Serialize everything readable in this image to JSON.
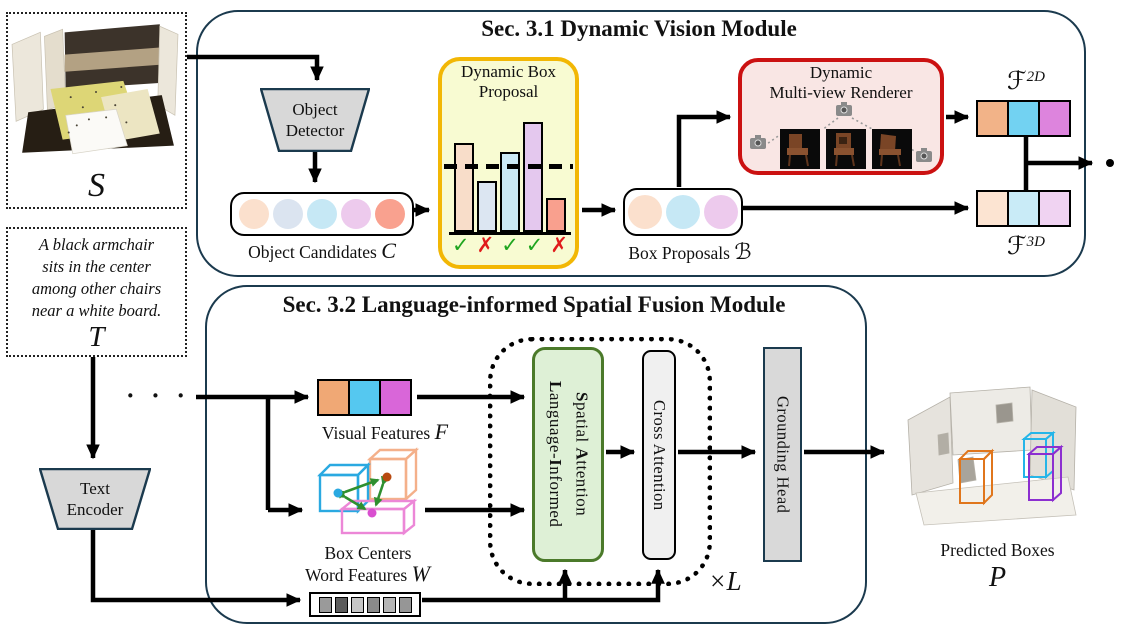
{
  "palette": {
    "module_border": "#1b3a4e",
    "proposal_border": "#f2b705",
    "proposal_fill": "#f8fbd2",
    "renderer_border": "#cb1111",
    "renderer_fill": "#f9e6e4",
    "lisa_border": "#4b7a2a",
    "lisa_fill": "#def0d6",
    "check_color": "#1fa51f",
    "cross_color": "#e01b1b"
  },
  "scene_input": {
    "symbol": "S"
  },
  "text_input": {
    "lines": [
      "A black armchair",
      "sits in the center",
      "among other chairs",
      "near a white board."
    ],
    "symbol": "T"
  },
  "module1": {
    "title": "Sec. 3.1 Dynamic Vision Module",
    "object_detector": {
      "line1": "Object",
      "line2": "Detector"
    },
    "object_candidates": {
      "label": "Object Candidates",
      "symbol": "C",
      "circles": [
        "#fbe0cd",
        "#dbe4f0",
        "#c6e8f5",
        "#edcaed",
        "#f9a18f"
      ]
    },
    "dynamic_box_proposal": {
      "title_line1": "Dynamic Box",
      "title_line2": "Proposal",
      "bars": [
        {
          "height": 89,
          "color": "#f8ddc9",
          "verdict": "pass"
        },
        {
          "height": 51,
          "color": "#dce6f2",
          "verdict": "fail"
        },
        {
          "height": 80,
          "color": "#cbe9f6",
          "verdict": "pass"
        },
        {
          "height": 110,
          "color": "#e4c8ee",
          "verdict": "pass"
        },
        {
          "height": 34,
          "color": "#f9a08e",
          "verdict": "fail"
        }
      ],
      "check_glyph": "✓",
      "cross_glyph": "✗",
      "check_color": "#1fa51f",
      "cross_color": "#e01b1b"
    },
    "box_proposals": {
      "label": "Box Proposals",
      "symbol": "ℬ",
      "circles": [
        "#fbe0cd",
        "#c6e8f5",
        "#edcaed"
      ]
    },
    "renderer": {
      "title_line1": "Dynamic",
      "title_line2": "Multi-view Renderer"
    },
    "f2d": {
      "symbol": "ℱ",
      "sup": "2D",
      "cells": [
        "#f2b388",
        "#72d2f2",
        "#dd84dd"
      ]
    },
    "f3d": {
      "symbol": "ℱ",
      "sup": "3D",
      "cells": [
        "#fce4d2",
        "#c9ebf7",
        "#f0d3f2"
      ]
    },
    "output_dot": "·"
  },
  "module2": {
    "title": "Sec. 3.2 Language-informed Spatial Fusion Module",
    "input_dots": "· · ·",
    "visual_features": {
      "label": "Visual Features",
      "symbol": "F",
      "cells": [
        "#f0a875",
        "#55c8f0",
        "#d966d9"
      ]
    },
    "box_centers": {
      "label": "Box Centers"
    },
    "word_features": {
      "label": "Word Features",
      "symbol": "W",
      "cells": [
        "#9a9a9a",
        "#5c5c5c",
        "#c6c6c6",
        "#8a8a8a",
        "#b6b6b6",
        "#969696"
      ]
    },
    "lisa": {
      "segments": [
        {
          "text": "L",
          "bold": true
        },
        {
          "text": "anguage-",
          "bold": false
        },
        {
          "text": "I",
          "bold": true
        },
        {
          "text": "nformed",
          "bold": false
        },
        {
          "text": "\n",
          "bold": false
        },
        {
          "text": "S",
          "bold": true
        },
        {
          "text": "patial ",
          "bold": false
        },
        {
          "text": "A",
          "bold": true
        },
        {
          "text": "ttention",
          "bold": false
        }
      ]
    },
    "cross_attention": {
      "label": "Cross Attention"
    },
    "grounding_head": {
      "label": "Grounding Head"
    },
    "loop_label": "×L",
    "predicted_boxes": {
      "label": "Predicted Boxes",
      "symbol": "P"
    }
  }
}
